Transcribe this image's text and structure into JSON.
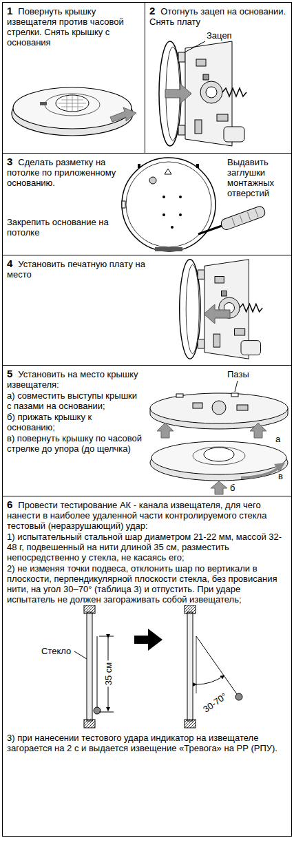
{
  "diagram": {
    "nodes": [
      {
        "text": [
          "1",
          "Повернуть крышку извещателя против часовой стрелки. Снять крышку с основания"
        ]
      },
      {
        "text": [
          "2",
          "Отогнуть зацеп на основании. Снять плату"
        ]
      },
      {
        "text": [
          "3",
          "Сделать разметку на потолке по приложенному основанию.",
          "Закрепить основание на потолке"
        ]
      },
      {
        "text": [
          "4",
          "Установить печатную плату на место"
        ]
      },
      {
        "text": [
          "5",
          "Установить на место крышку извещателя:",
          "а) совместить выступы крышки с пазами на основании;",
          "б) прижать крышку к основанию;",
          "в) повернуть крышку по часовой стрелке до упора (до щелчка)"
        ]
      },
      {
        "text": [
          "6",
          "Провести тестирование АК - канала извещателя, для чего нанести в наиболее удаленной части контролируемого стекла тестовый (неразрушающий) удар:",
          "1) испытательный стальной шар диаметром 21-22 мм, массой 32-48 г, подвешенный на нити длиной 35 см, разместить непосредственно у стекла, не касаясь его;",
          "2) не изменяя точки подвеса, отклонить шар по вертикали в плоскости, перпендикулярной плоскости стекла, без провисания нити, на угол 30–70° (таблица 3) и отпустить. При ударе испытатель не должен загораживать собой извещатель;",
          "3) при нанесении тестового удара индикатор на извещателе загорается на 2 с и выдается извещение «Тревога» на РР (РПУ)."
        ]
      }
    ],
    "labels": [
      "Зацеп",
      "Выдавить заглушки монтажных отверстий",
      "Пазы",
      "а",
      "в",
      "б",
      "Стекло",
      "35 см",
      "30-70°"
    ]
  }
}
